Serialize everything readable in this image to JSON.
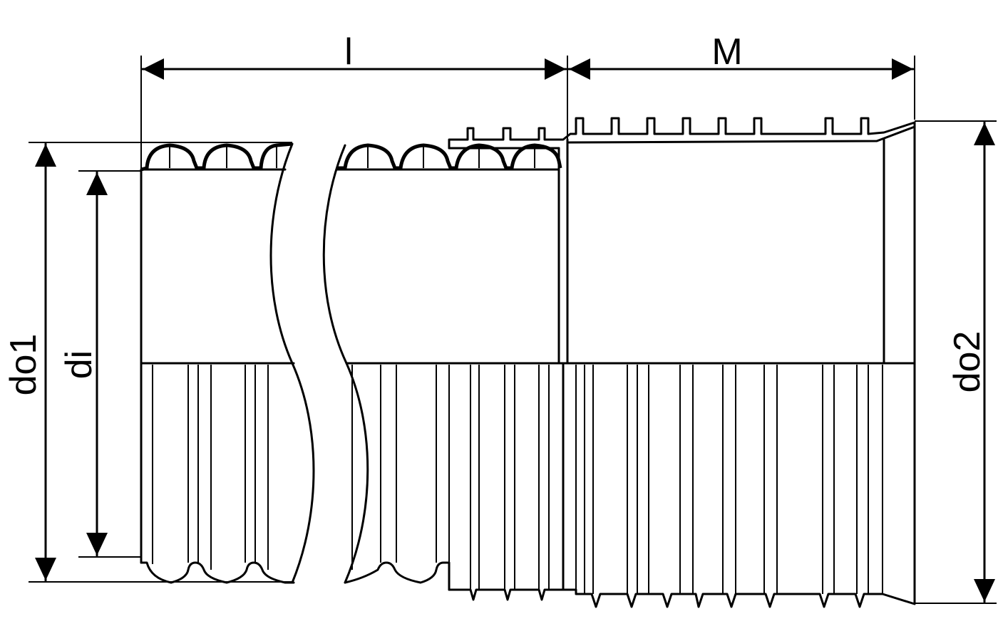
{
  "labels": {
    "length_l": "l",
    "length_m": "M",
    "outer_diameter_1": "do1",
    "inner_diameter": "di",
    "outer_diameter_2": "do2"
  },
  "colors": {
    "line": "#000000",
    "background": "#ffffff"
  }
}
